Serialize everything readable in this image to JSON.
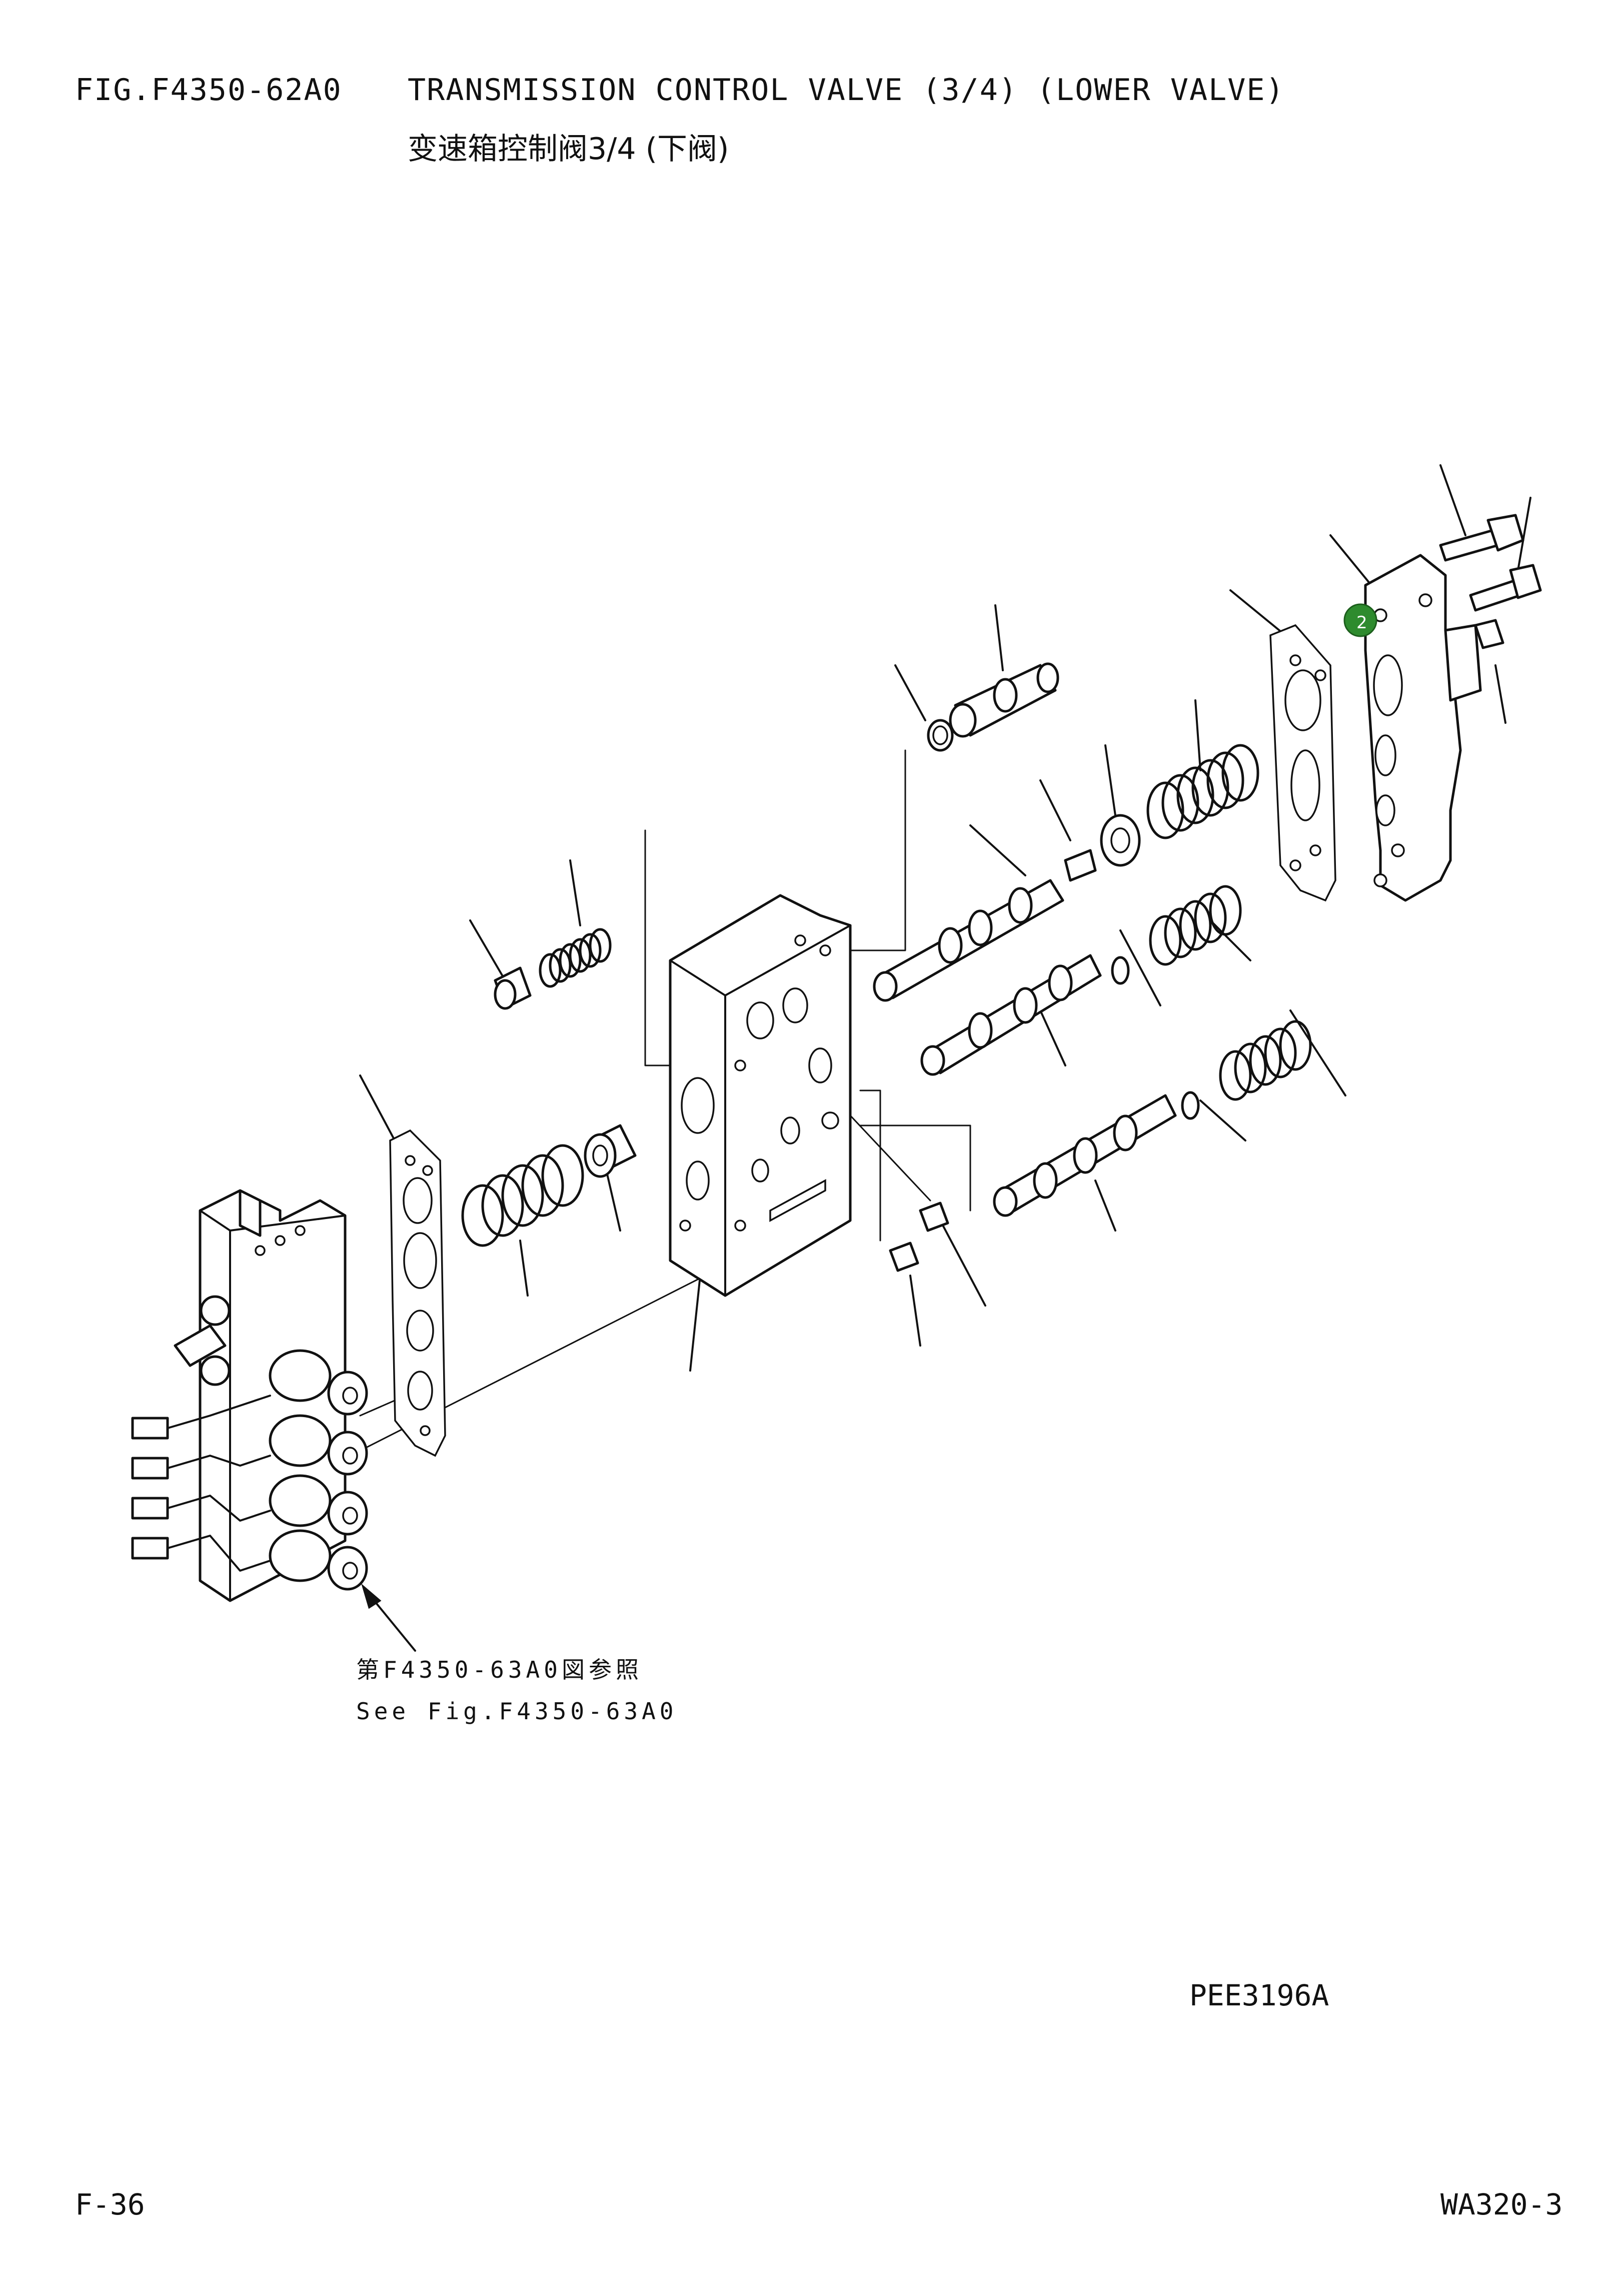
{
  "header": {
    "fig_code": "FIG.F4350-62A0",
    "title_en": "TRANSMISSION CONTROL VALVE (3/4) (LOWER VALVE)",
    "title_cn": "变速箱控制阀3/4 (下阀)"
  },
  "diagram": {
    "callout_marker": {
      "label": "2",
      "color": "#2e8b2e"
    },
    "reference_note": {
      "jp": "第F4350-63A0図参照",
      "en": "See Fig.F4350-63A0"
    },
    "drawing_code": "PEE3196A"
  },
  "footer": {
    "page": "F-36",
    "model": "WA320-3"
  }
}
